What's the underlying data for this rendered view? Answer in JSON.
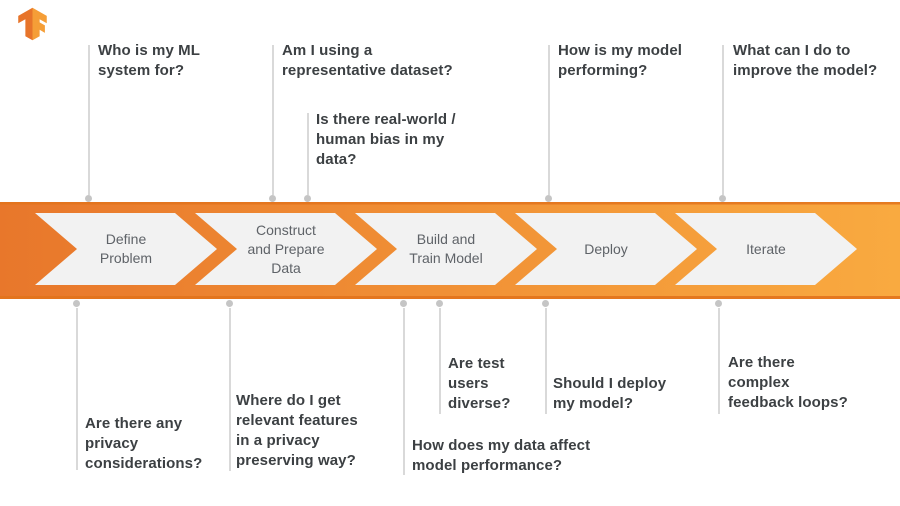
{
  "logo": {
    "icon": "tensorflow-logo"
  },
  "pipeline": {
    "stages": [
      {
        "label": "Define Problem",
        "lines": [
          "Define",
          "Problem"
        ]
      },
      {
        "label": "Construct and Prepare Data",
        "lines": [
          "Construct",
          "and Prepare",
          "Data"
        ]
      },
      {
        "label": "Build and Train Model",
        "lines": [
          "Build and",
          "Train Model"
        ]
      },
      {
        "label": "Deploy",
        "lines": [
          "Deploy"
        ]
      },
      {
        "label": "Iterate",
        "lines": [
          "Iterate"
        ]
      }
    ]
  },
  "questions": {
    "top": [
      {
        "text": "Who is my ML system for?",
        "lines": [
          "Who is my ML",
          "system for?"
        ]
      },
      {
        "text": "Am I using a representative dataset?",
        "lines": [
          "Am I using a",
          "representative dataset?"
        ]
      },
      {
        "text": "Is there real-world / human bias in my data?",
        "lines": [
          "Is there real-world /",
          "human bias in my",
          "data?"
        ]
      },
      {
        "text": "How is my model performing?",
        "lines": [
          "How is my model",
          "performing?"
        ]
      },
      {
        "text": "What can I do to improve the model?",
        "lines": [
          "What can I do to",
          "improve the model?"
        ]
      }
    ],
    "bottom": [
      {
        "text": "Are there any privacy considerations?",
        "lines": [
          "Are there any",
          "privacy",
          "considerations?"
        ]
      },
      {
        "text": "Where do I get relevant features in a privacy preserving way?",
        "lines": [
          "Where do I get",
          "relevant features",
          "in a privacy",
          "preserving way?"
        ]
      },
      {
        "text": "How does my data affect model performance?",
        "lines": [
          "How does my data affect",
          "model performance?"
        ]
      },
      {
        "text": "Are test users diverse?",
        "lines": [
          "Are test",
          "users",
          "diverse?"
        ]
      },
      {
        "text": "Should I deploy my model?",
        "lines": [
          "Should I deploy",
          "my model?"
        ]
      },
      {
        "text": "Are there complex feedback loops?",
        "lines": [
          "Are there",
          "complex",
          "feedback loops?"
        ]
      }
    ]
  },
  "colors": {
    "question_text": "#3c4043",
    "stage_text": "#5f6368",
    "connector_line": "#d9d9d9",
    "connector_dot": "#c5c5c5",
    "band_left": "#e8772b",
    "band_right": "#f9aa40",
    "band_border": "#e2731c",
    "chevron_fill": "#f2f2f2",
    "logo_dark": "#e7742a",
    "logo_light": "#f59e37"
  }
}
